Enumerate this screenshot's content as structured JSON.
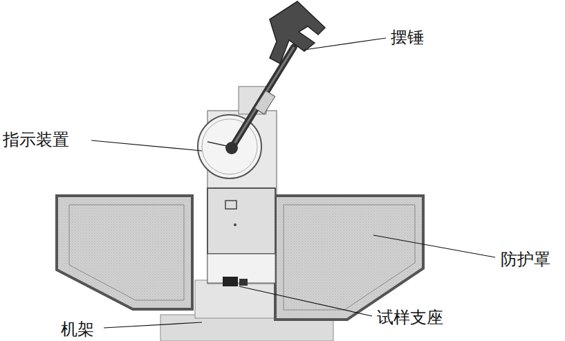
{
  "diagram": {
    "labels": [
      "摆锤",
      "指示装置",
      "防护罩",
      "试样支座",
      "机架"
    ]
  }
}
